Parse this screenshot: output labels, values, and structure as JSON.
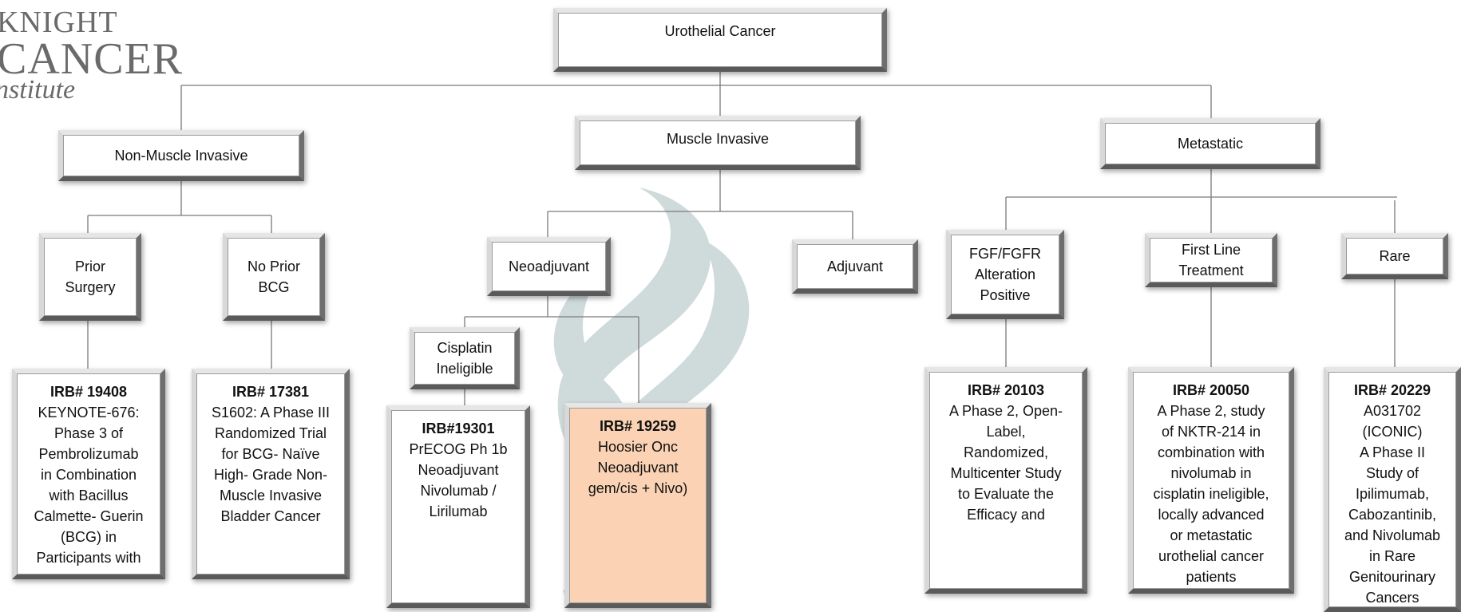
{
  "logo": {
    "line1": "KNIGHT",
    "line2": "CANCER",
    "line3": "nstitute"
  },
  "nodes": {
    "root": "Urothelial Cancer",
    "nmi": "Non-Muscle Invasive",
    "mi": "Muscle Invasive",
    "met": "Metastatic",
    "prior_surgery": "Prior\nSurgery",
    "no_prior_bcg": "No Prior\nBCG",
    "neoadjuvant": "Neoadjuvant",
    "adjuvant": "Adjuvant",
    "cisplatin_ineligible": "Cisplatin\nIneligible",
    "fgfr": "FGF/FGFR\nAlteration\nPositive",
    "first_line": "First Line\nTreatment",
    "rare": "Rare"
  },
  "trials": {
    "t19408": {
      "irb": "IRB# 19408",
      "desc": "KEYNOTE-676:\nPhase 3 of\nPembrolizumab\nin Combination\nwith Bacillus\nCalmette- Guerin\n(BCG) in\nParticipants with"
    },
    "t17381": {
      "irb": "IRB# 17381",
      "desc": "S1602: A Phase III\nRandomized Trial\nfor BCG- Naïve\nHigh- Grade Non-\nMuscle Invasive\nBladder Cancer"
    },
    "t19301": {
      "irb": "IRB#19301",
      "desc": "PrECOG Ph 1b\nNeoadjuvant\nNivolumab /\nLirilumab"
    },
    "t19259": {
      "irb": "IRB# 19259",
      "desc": "Hoosier Onc\nNeoadjuvant\ngem/cis + Nivo)"
    },
    "t20103": {
      "irb": "IRB# 20103",
      "desc": "A Phase 2, Open-\nLabel,\nRandomized,\nMulticenter Study\nto Evaluate the\nEfficacy and"
    },
    "t20050": {
      "irb": "IRB# 20050",
      "desc": "A Phase 2, study\nof NKTR-214 in\ncombination with\nnivolumab in\ncisplatin ineligible,\nlocally advanced\nor metastatic\nurothelial cancer\npatients"
    },
    "t20229": {
      "irb": "IRB# 20229",
      "desc": "A031702\n(ICONIC)\nA Phase II\nStudy of\nIpilimumab,\nCabozantinib,\nand Nivolumab\nin Rare\nGenitourinary\nCancers"
    }
  },
  "colors": {
    "highlight": "#fbd3b4",
    "watermark": "#9fb3b3",
    "line": "#7a7a7a"
  }
}
